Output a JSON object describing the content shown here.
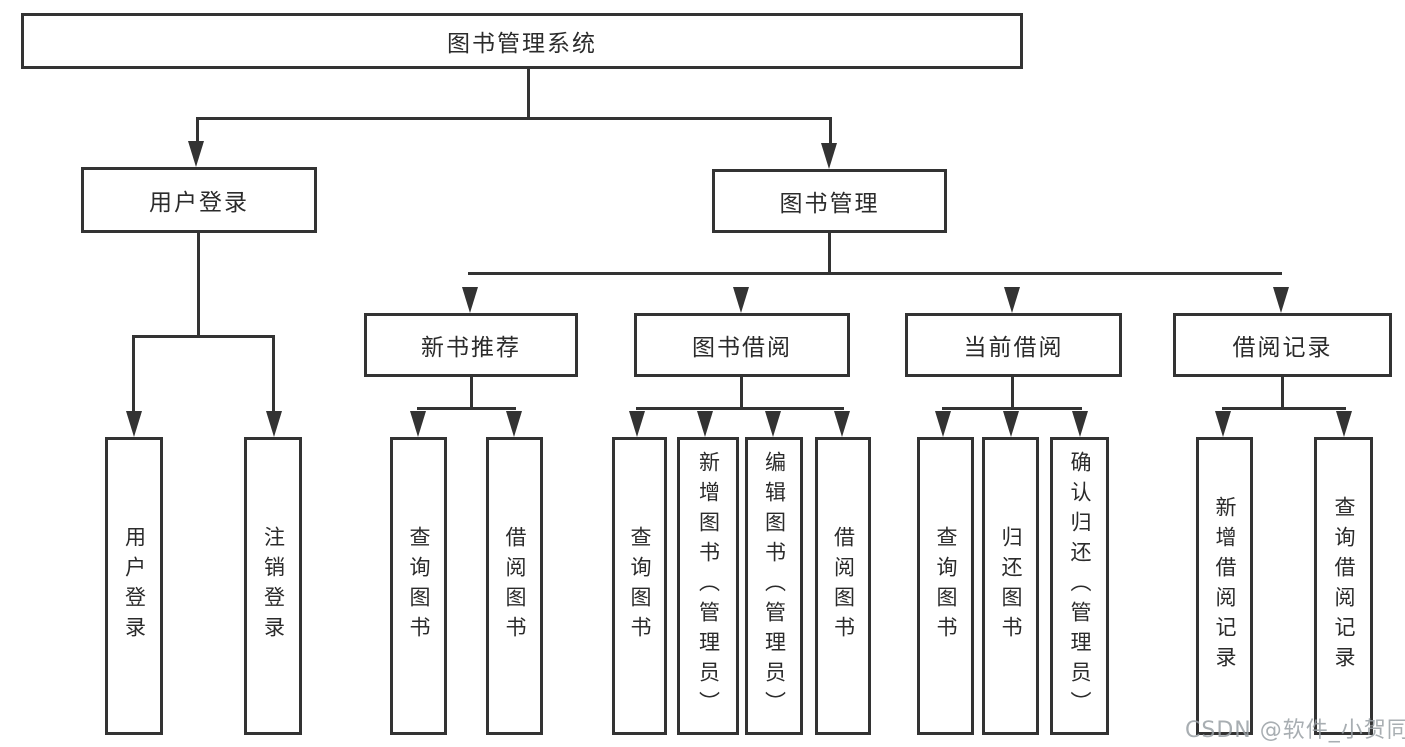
{
  "nodes": {
    "root": "图书管理系统",
    "user_login": "用户登录",
    "book_mgmt": "图书管理",
    "user_login_child": "用户登录",
    "logout": "注销登录",
    "new_book_rec": "新书推荐",
    "book_borrow": "图书借阅",
    "current_borrow": "当前借阅",
    "borrow_record": "借阅记录",
    "nbr_query": "查询图书",
    "nbr_borrow": "借阅图书",
    "bb_query": "查询图书",
    "bb_add": "新增图书（管理员）",
    "bb_edit": "编辑图书（管理员）",
    "bb_borrow": "借阅图书",
    "cb_query": "查询图书",
    "cb_return": "归还图书",
    "cb_confirm": "确认归还（管理员）",
    "br_add": "新增借阅记录",
    "br_query": "查询借阅记录"
  },
  "tree": {
    "root": {
      "user_login": [
        "user_login_child",
        "logout"
      ],
      "book_mgmt": {
        "new_book_rec": [
          "nbr_query",
          "nbr_borrow"
        ],
        "book_borrow": [
          "bb_query",
          "bb_add",
          "bb_edit",
          "bb_borrow"
        ],
        "current_borrow": [
          "cb_query",
          "cb_return",
          "cb_confirm"
        ],
        "borrow_record": [
          "br_add",
          "br_query"
        ]
      }
    }
  },
  "watermark": "CSDN @软件_小贺同学",
  "colors": {
    "line": "#333333",
    "text": "#2b2b2b",
    "watermark": "#9aa0a5",
    "background": "#ffffff"
  }
}
